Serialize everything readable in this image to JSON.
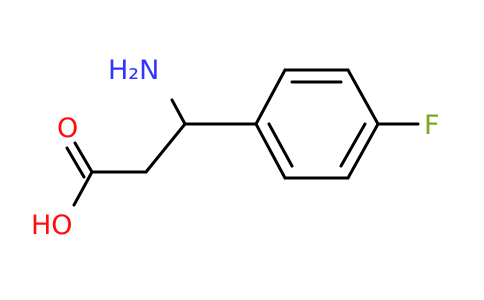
{
  "molecule": {
    "atoms": {
      "amine_label": "H₂N",
      "carbonyl_oxygen_label": "O",
      "hydroxyl_label": "HO",
      "fluorine_label": "F"
    },
    "colors": {
      "bond": "#000000",
      "nitrogen": "#3333ff",
      "oxygen": "#ff0d0d",
      "fluorine": "#77aa22"
    }
  }
}
